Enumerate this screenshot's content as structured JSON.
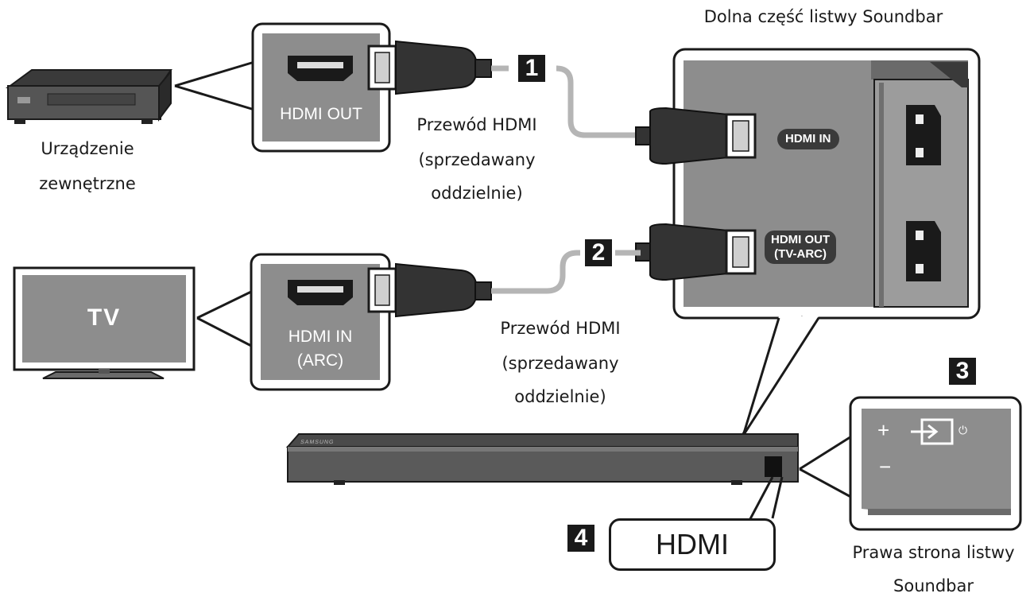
{
  "labels": {
    "soundbar_bottom_title": "Dolna część listwy Soundbar",
    "external_device_line1": "Urządzenie",
    "external_device_line2": "zewnętrzne",
    "tv": "TV",
    "port_hdmi_out": "HDMI OUT",
    "port_hdmi_in_arc_line1": "HDMI IN",
    "port_hdmi_in_arc_line2": "(ARC)",
    "cable1_line1": "Przewód HDMI",
    "cable1_line2": "(sprzedawany",
    "cable1_line3": "oddzielnie)",
    "cable2_line1": "Przewód HDMI",
    "cable2_line2": "(sprzedawany",
    "cable2_line3": "oddzielnie)",
    "soundbar_port_hdmi_in": "HDMI IN",
    "soundbar_port_hdmi_out_line1": "HDMI OUT",
    "soundbar_port_hdmi_out_line2": "(TV-ARC)",
    "hdmi_callout": "HDMI",
    "right_side_line1": "Prawa strona listwy",
    "right_side_line2": "Soundbar",
    "soundbar_brand": "SAMSUNG",
    "panel_plus": "+",
    "panel_minus": "−",
    "panel_power": "⏻"
  },
  "badges": {
    "b1": "1",
    "b2": "2",
    "b3": "3",
    "b4": "4"
  },
  "colors": {
    "panel_gray": "#8d8d8d",
    "dark": "#1a1a1a",
    "cable_gray": "#b5b5b5"
  }
}
